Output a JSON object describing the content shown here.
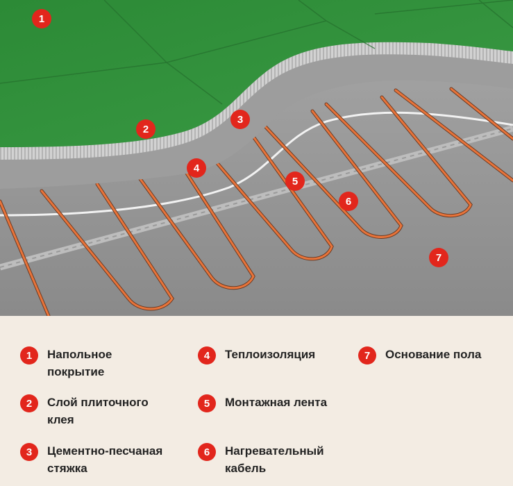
{
  "colors": {
    "marker": "#e2261c",
    "floor_cover": "#2f8f3a",
    "adhesive": "#cfcfcf",
    "screed": "#9a9a9a",
    "base": "#8f8f8f",
    "cable": "#e8743a",
    "background": "#f3ece3"
  },
  "markers": [
    {
      "id": "1",
      "text": "1"
    },
    {
      "id": "2",
      "text": "2"
    },
    {
      "id": "3",
      "text": "3"
    },
    {
      "id": "4",
      "text": "4"
    },
    {
      "id": "5",
      "text": "5"
    },
    {
      "id": "6",
      "text": "6"
    },
    {
      "id": "7",
      "text": "7"
    }
  ],
  "legend": [
    {
      "number": "1",
      "text": "Напольное\nпокрытие"
    },
    {
      "number": "2",
      "text": "Слой плиточного\nклея"
    },
    {
      "number": "3",
      "text": "Цементно-песчаная\nстяжка"
    },
    {
      "number": "4",
      "text": "Теплоизоляция"
    },
    {
      "number": "5",
      "text": "Монтажная лента"
    },
    {
      "number": "6",
      "text": "Нагревательный\nкабель"
    },
    {
      "number": "7",
      "text": "Основание пола"
    }
  ]
}
